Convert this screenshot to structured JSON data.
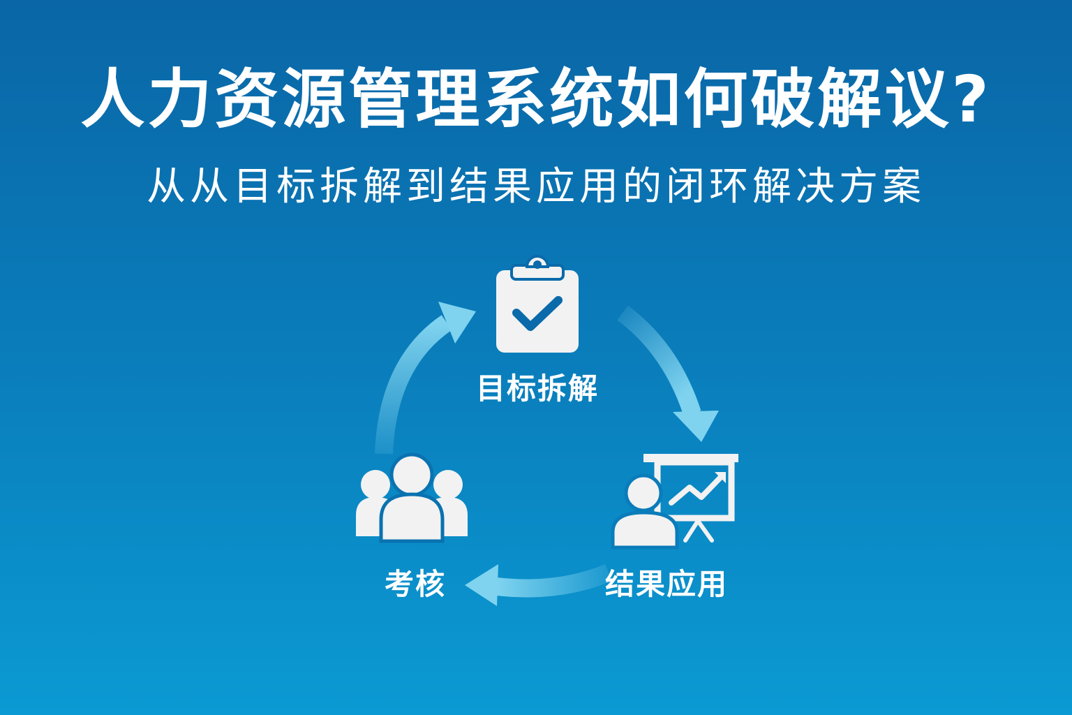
{
  "title": "人力资源管理系统如何破解议?",
  "subtitle": "从从目标拆解到结果应用的闭环解决方案",
  "cycle": {
    "steps": [
      {
        "label": "目标拆解",
        "icon": "clipboard-check-icon"
      },
      {
        "label": "结果应用",
        "icon": "presentation-chart-icon"
      },
      {
        "label": "考核",
        "icon": "team-icon"
      }
    ],
    "colors": {
      "arrow": "#7fd3ef",
      "icon": "#f2f2f2",
      "bg_top": "#0a66a6",
      "bg_bottom": "#0b9ad3"
    }
  }
}
